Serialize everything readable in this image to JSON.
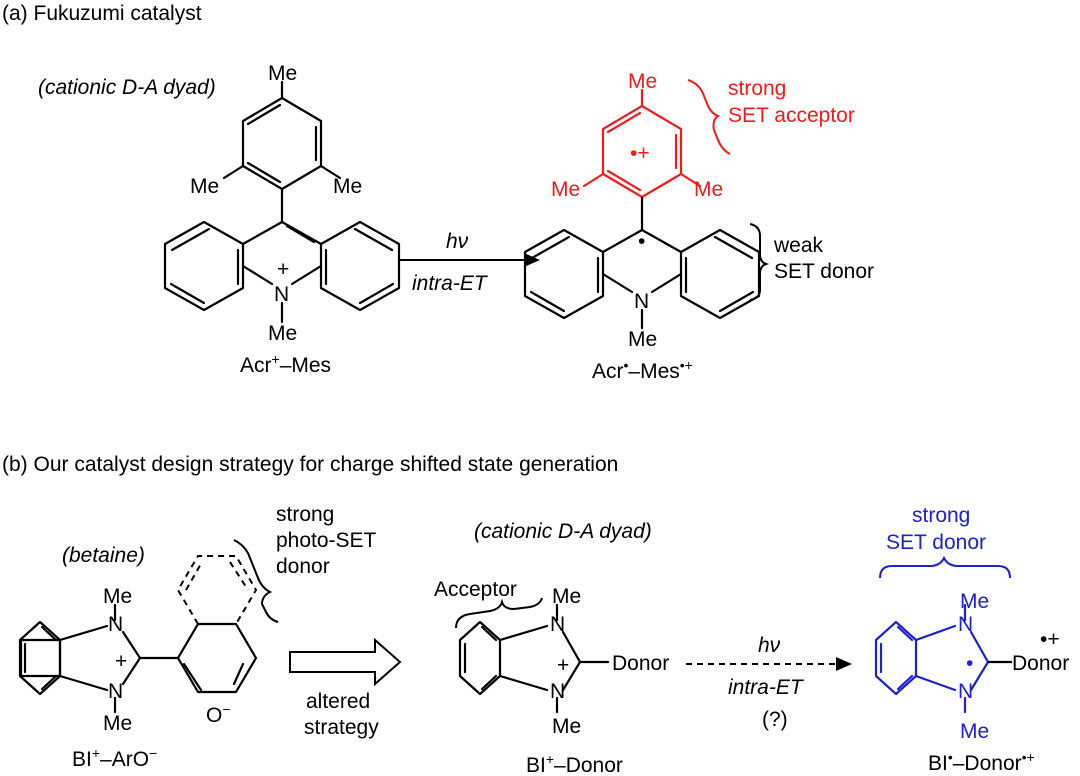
{
  "panel_a": {
    "heading": "(a) Fukuzumi catalyst",
    "dyad_label": "(cationic D-A dyad)",
    "reactant_name_base": "Acr",
    "reactant_name_sup": "+",
    "reactant_name_tail": "–Mes",
    "product_name_base": "Acr",
    "product_name_sup1": "•",
    "product_name_mid": "–Mes",
    "product_name_sup2": "•+",
    "arrow_top": "hν",
    "arrow_bottom": "intra-ET",
    "acceptor_note_line1": "strong",
    "acceptor_note_line2": "SET acceptor",
    "donor_note_line1": "weak",
    "donor_note_line2": "SET donor",
    "me": "Me",
    "n": "N",
    "plus": "+",
    "radical_cation": "•+",
    "radical": "•"
  },
  "panel_b": {
    "heading": "(b) Our catalyst design strategy for charge shifted state generation",
    "betaine_label": "(betaine)",
    "photo_note_line1": "strong",
    "photo_note_line2": "photo-SET",
    "photo_note_line3": "donor",
    "betaine_name_base": "BI",
    "betaine_name_sup": "+",
    "betaine_name_tail": "–ArO",
    "betaine_name_sup2": "−",
    "oxide": "O",
    "oxide_charge": "−",
    "strategy_line1": "altered",
    "strategy_line2": "strategy",
    "dyad_label": "(cationic D-A dyad)",
    "acceptor_label": "Acceptor",
    "donor": "Donor",
    "dyad_name_base": "BI",
    "dyad_name_sup": "+",
    "dyad_name_tail": "–Donor",
    "arrow_top": "hν",
    "arrow_bottom": "intra-ET",
    "arrow_note": "(?)",
    "product_note_line1": "strong",
    "product_note_line2": "SET donor",
    "product_name_base": "BI",
    "product_name_sup1": "•",
    "product_name_mid": "–Donor",
    "product_name_sup2": "•+",
    "me": "Me",
    "n": "N",
    "plus": "+",
    "radical": "•",
    "radical_cation": "•+"
  },
  "colors": {
    "ink": "#000000",
    "acceptor_red": "#ee1c1c",
    "donor_blue": "#2020cc"
  }
}
